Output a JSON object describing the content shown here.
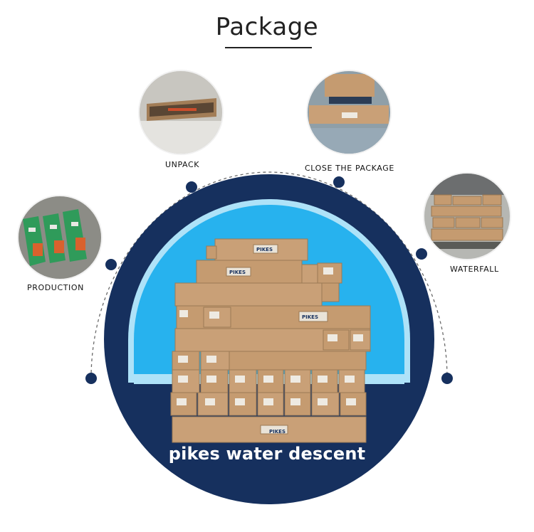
{
  "header": {
    "title": "Package"
  },
  "stages": {
    "unpack": "UNPACK",
    "close_package": "CLOSE THE PACKAGE",
    "production": "PRODUCTION",
    "waterfall": "WATERFALL"
  },
  "center": {
    "caption": "pikes water descent",
    "box_brand": "PIKES"
  },
  "colors": {
    "navy": "#16305e",
    "sky": "#27b2ee",
    "light_sky": "#aee2f8",
    "cardboard": "#c9a077"
  }
}
